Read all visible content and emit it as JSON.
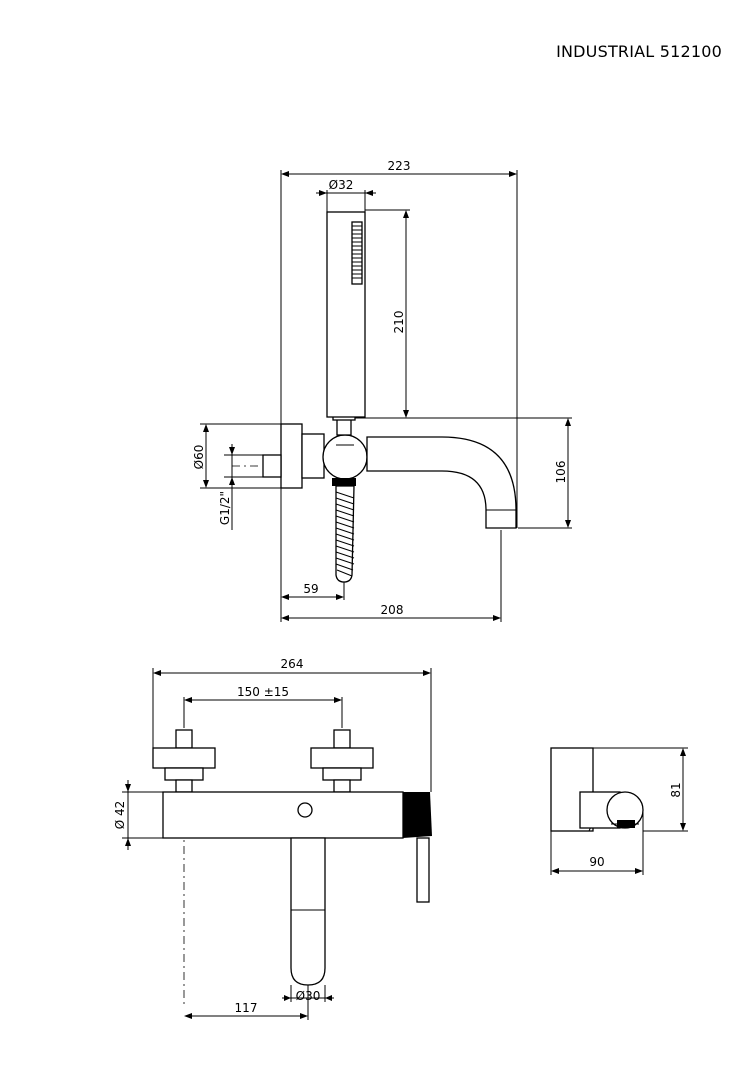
{
  "title": "INDUSTRIAL 512100",
  "front_view": {
    "dim_overall_width": "223",
    "dim_hand_shower_diameter": "Ø32",
    "dim_hand_shower_length": "210",
    "dim_flange_diameter": "Ø60",
    "dim_connection_thread": "G1/2\"",
    "dim_spout_height": "106",
    "dim_wall_to_hose": "59",
    "dim_spout_projection": "208"
  },
  "bottom_view": {
    "dim_overall_length": "264",
    "dim_center_distance": "150 ±15",
    "dim_body_diameter": "Ø 42",
    "dim_spout_diameter": "Ø30",
    "dim_wall_to_spout": "117"
  },
  "side_view": {
    "dim_height": "81",
    "dim_depth": "90"
  }
}
